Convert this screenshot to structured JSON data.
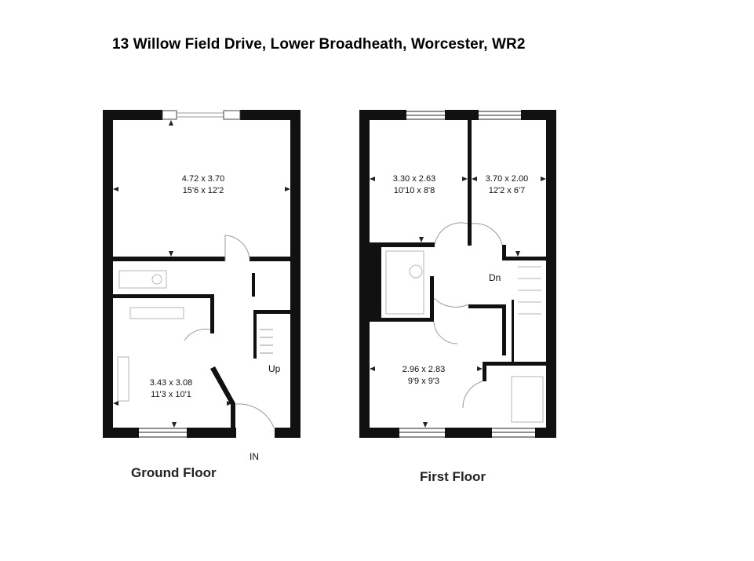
{
  "title": "13 Willow Field Drive, Lower Broadheath, Worcester,  WR2",
  "ground_floor": {
    "label": "Ground Floor",
    "entrance_label": "IN",
    "stairs_label": "Up",
    "rooms": [
      {
        "metric": "4.72 x 3.70",
        "imperial": "15'6 x 12'2"
      },
      {
        "metric": "3.43 x 3.08",
        "imperial": "11'3 x 10'1"
      }
    ]
  },
  "first_floor": {
    "label": "First Floor",
    "stairs_label": "Dn",
    "rooms": [
      {
        "metric": "3.30 x 2.63",
        "imperial": "10'10 x 8'8"
      },
      {
        "metric": "3.70 x 2.00",
        "imperial": "12'2 x 6'7"
      },
      {
        "metric": "2.96 x 2.83",
        "imperial": "9'9 x 9'3"
      }
    ]
  }
}
